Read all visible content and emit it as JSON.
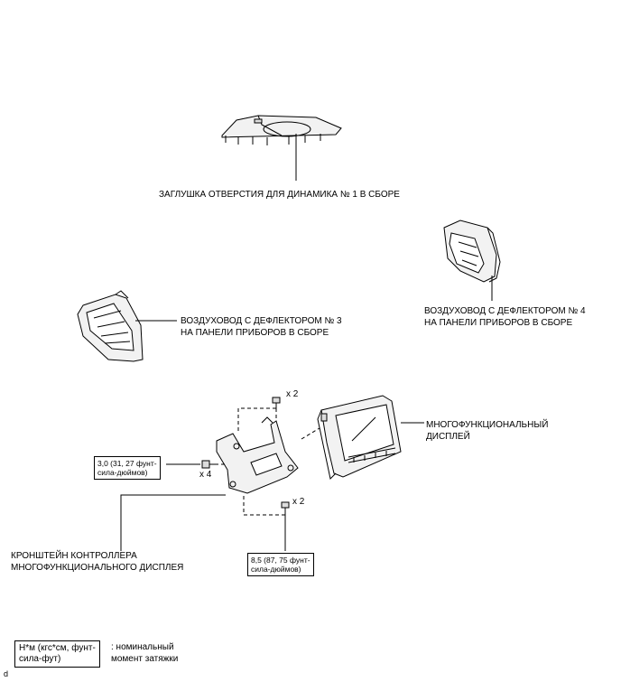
{
  "labels": {
    "speaker_cover": "ЗАГЛУШКА ОТВЕРСТИЯ ДЛЯ ДИНАМИКА № 1 В СБОРЕ",
    "duct3_line1": "ВОЗДУХОВОД С ДЕФЛЕКТОРОМ № 3",
    "duct3_line2": "НА ПАНЕЛИ ПРИБОРОВ В СБОРЕ",
    "duct4_line1": "ВОЗДУХОВОД С ДЕФЛЕКТОРОМ № 4",
    "duct4_line2": "НА ПАНЕЛИ ПРИБОРОВ В СБОРЕ",
    "display_line1": "МНОГОФУНКЦИОНАЛЬНЫЙ",
    "display_line2": "ДИСПЛЕЙ",
    "bracket_line1": "КРОНШТЕЙН КОНТРОЛЛЕРА",
    "bracket_line2": "МНОГОФУНКЦИОНАЛЬНОГО ДИСПЛЕЯ"
  },
  "quantities": {
    "top_screws": "x 2",
    "left_screws": "x 4",
    "bottom_screws": "x 2"
  },
  "torque": {
    "left_line1": "3,0 (31, 27 фунт-",
    "left_line2": "сила-дюймов)",
    "bottom_line1": "8,5 (87, 75 фунт-",
    "bottom_line2": "сила-дюймов)"
  },
  "legend": {
    "unit_line1": "Н*м (кгс*см, фунт-",
    "unit_line2": "сила-фут)",
    "desc_line1": ": номинальный",
    "desc_line2": "момент затяжки"
  },
  "footer_code": "d"
}
